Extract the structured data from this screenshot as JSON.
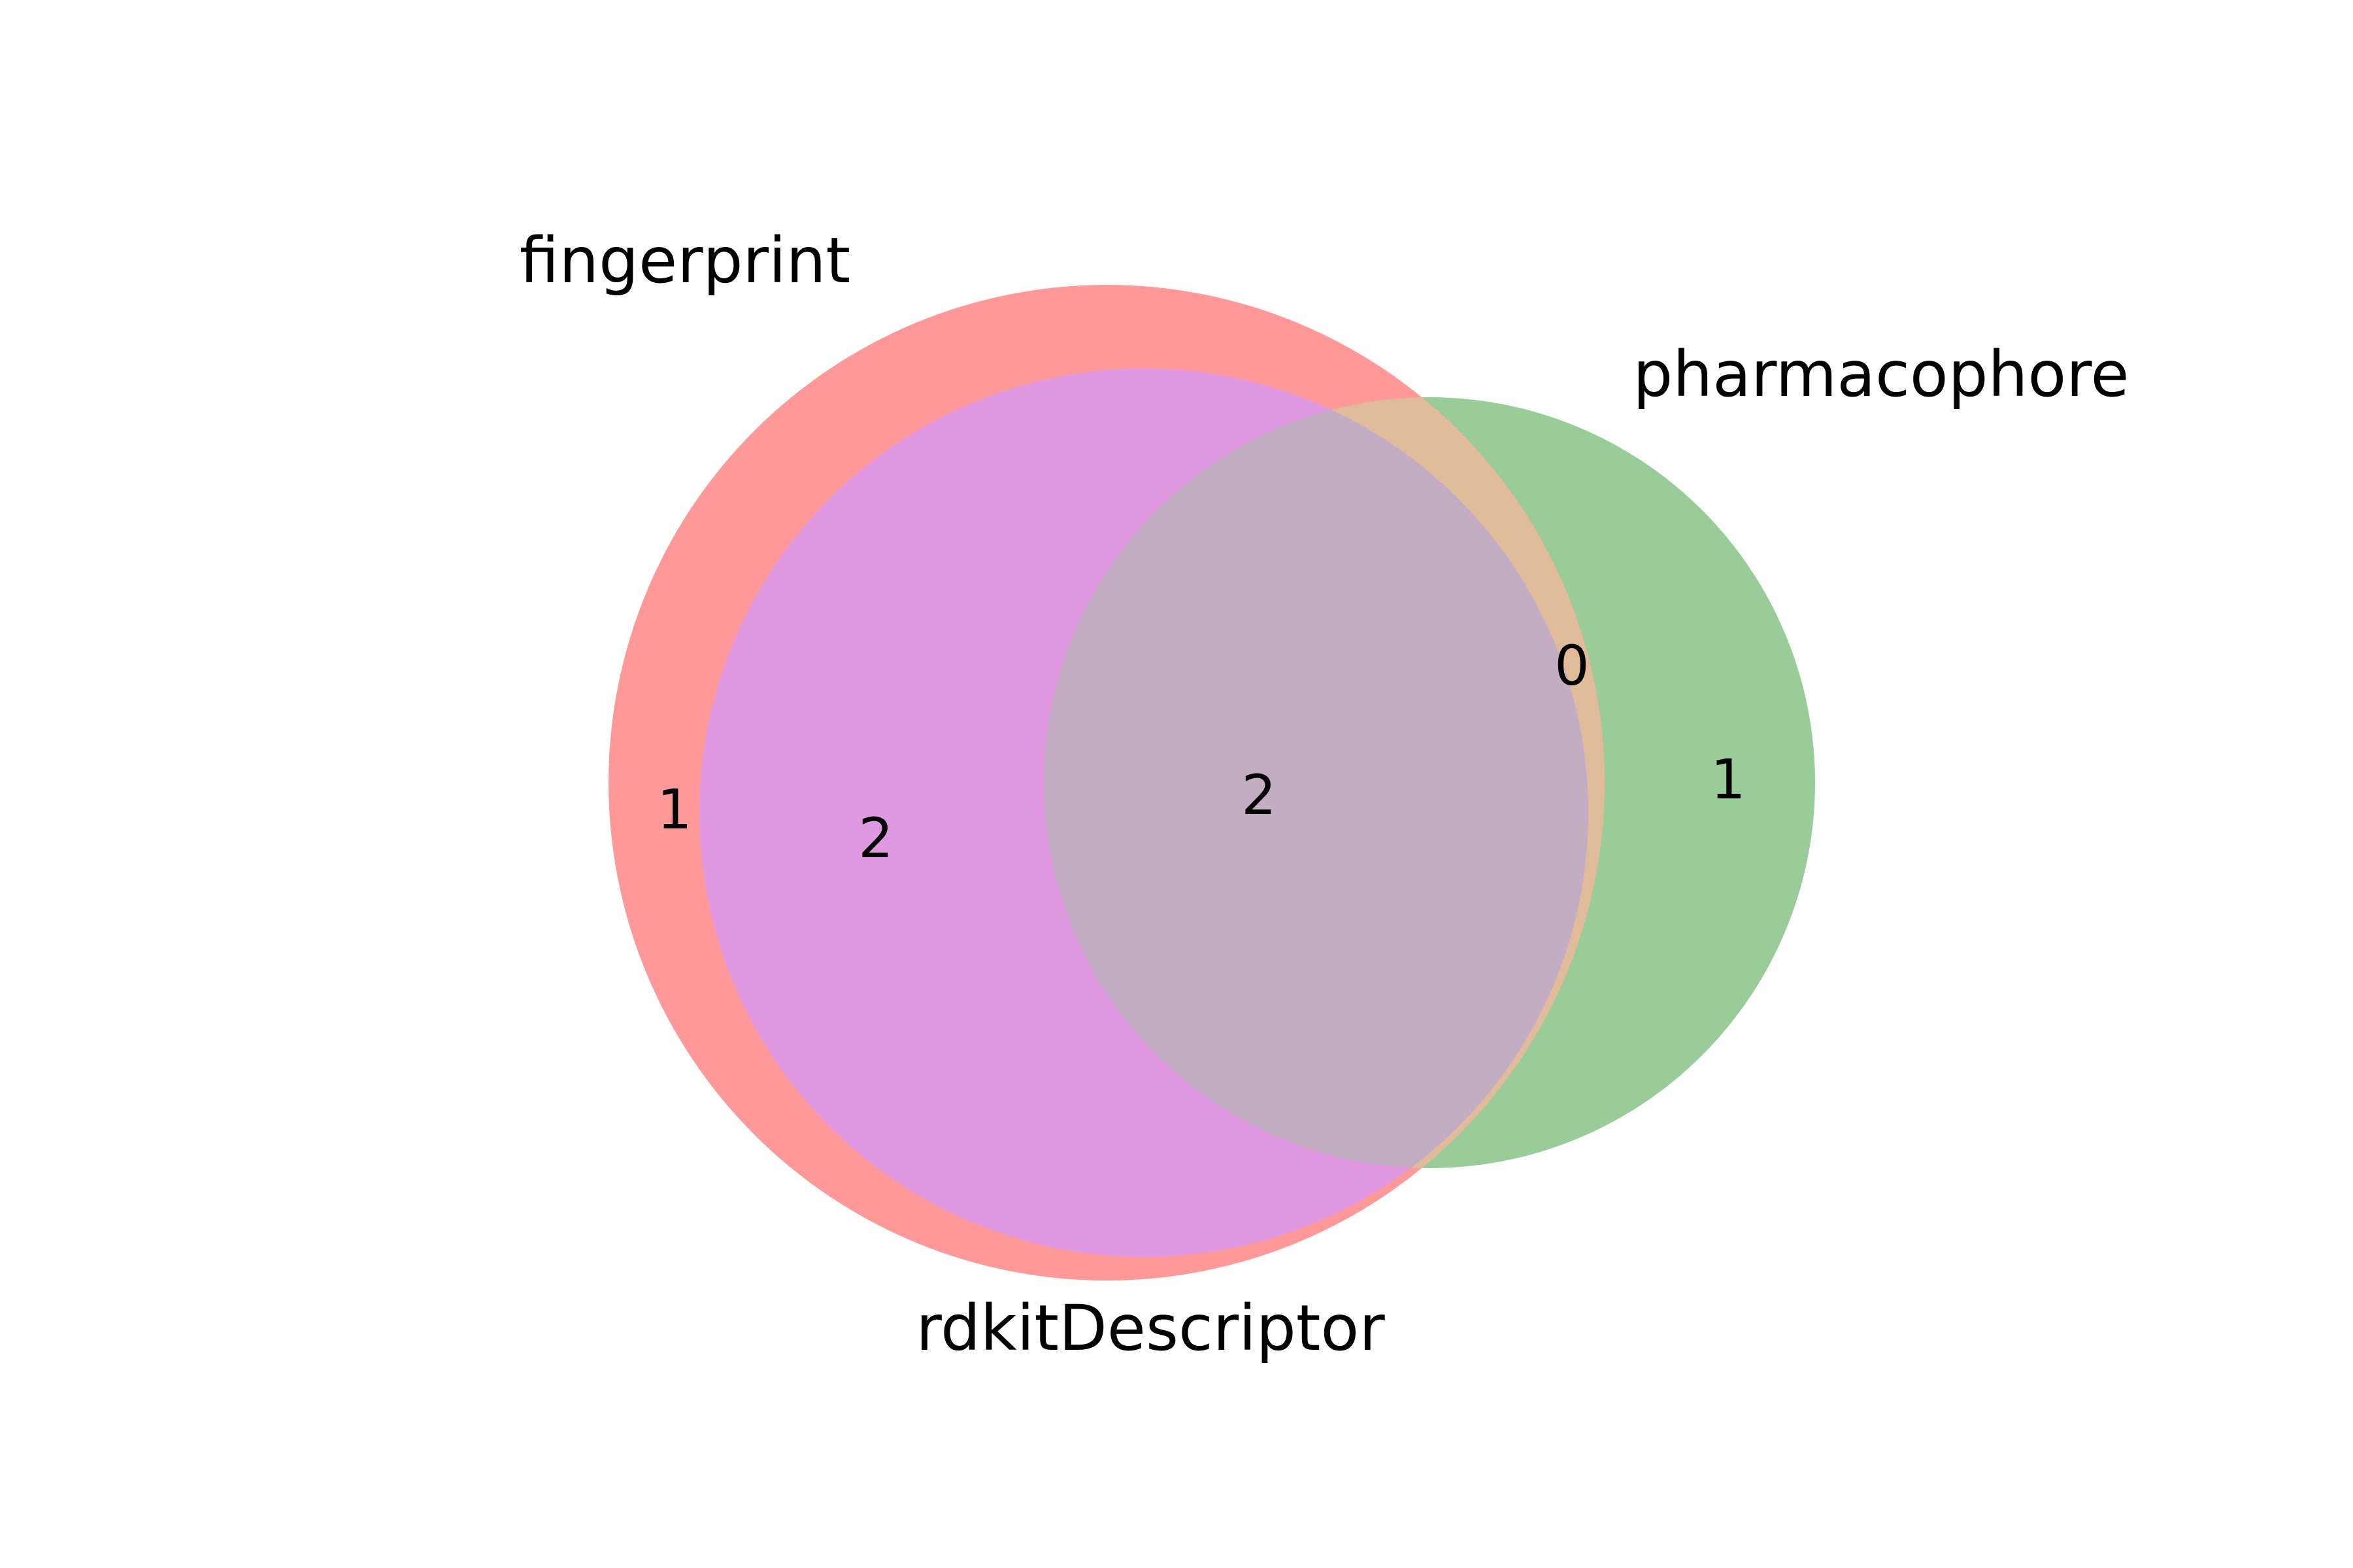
{
  "sets": [
    {
      "name": "fingerprint",
      "color": "#ff9999"
    },
    {
      "name": "pharmacophore",
      "color": "#99cc99"
    },
    {
      "name": "rdkitDescriptor",
      "color": "#e099e0"
    }
  ],
  "regions": {
    "fingerprint_only": "1",
    "fingerprint_rdkitDescriptor": "2",
    "all_three": "2",
    "fingerprint_pharmacophore": "0",
    "pharmacophore_only": "1"
  },
  "colors": {
    "fingerprint_only": "#ff9999",
    "pharmacophore_only": "#99cc99",
    "fingerprint_pharmacophore": "#e0bb99",
    "fingerprint_rdkitDescriptor": "#e099e0",
    "all_three": "#c2adc2"
  }
}
